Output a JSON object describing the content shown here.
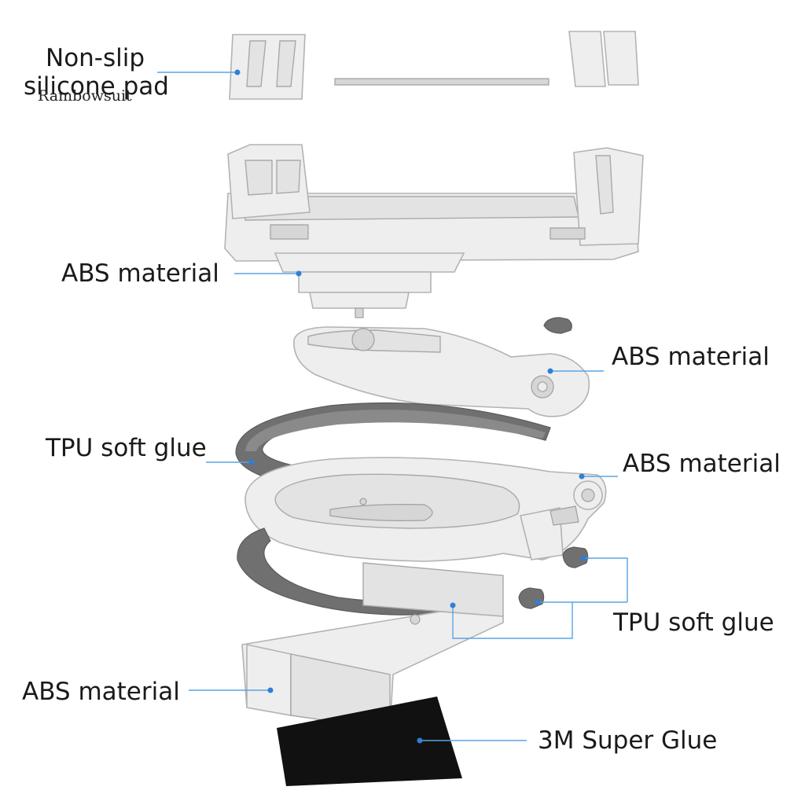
{
  "watermark": "Rambowsuit",
  "labels": {
    "silicone_pad_line1": "Non-slip",
    "silicone_pad_line2": "silicone pad",
    "abs_cradle": "ABS material",
    "abs_arm": "ABS material",
    "tpu_ring_upper": "TPU soft glue",
    "abs_ring": "ABS material",
    "tpu_feet": "TPU soft glue",
    "abs_base": "ABS material",
    "adhesive": "3M Super Glue"
  },
  "colors": {
    "leader": "#5aa3e6",
    "dot": "#2f7fd8",
    "plastic": "#eeeeee",
    "rubber": "#707070",
    "adhesive": "#111111"
  }
}
